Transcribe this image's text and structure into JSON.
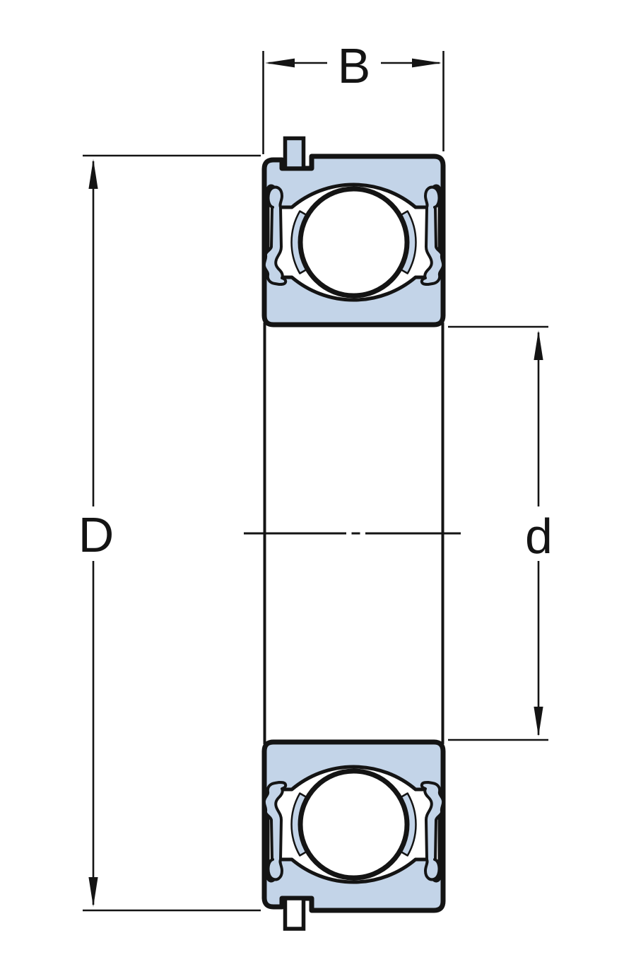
{
  "diagram": {
    "kind": "deep-groove-ball-bearing-cross-section-with-snap-ring",
    "dimension_labels": {
      "width": "B",
      "outer_diameter": "D",
      "bore_diameter": "d"
    },
    "colors": {
      "ring_fill": "#c3d4e8",
      "line": "#141414",
      "background": "#ffffff"
    }
  }
}
